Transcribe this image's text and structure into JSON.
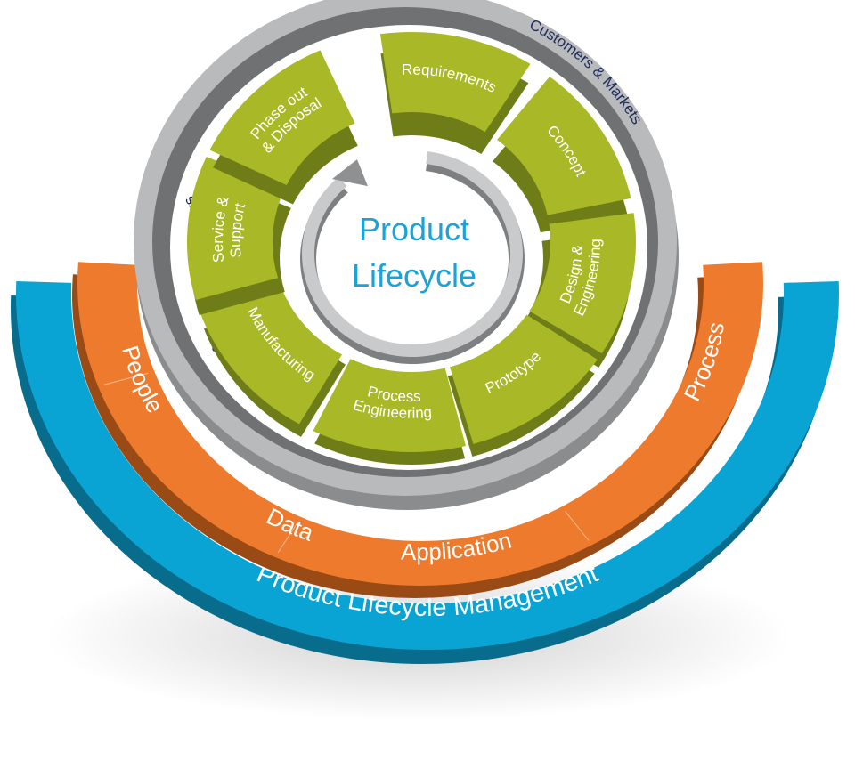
{
  "diagram": {
    "center_title": [
      "Product",
      "Lifecycle"
    ],
    "stages": [
      {
        "label": [
          "Requirements"
        ]
      },
      {
        "label": [
          "Concept"
        ]
      },
      {
        "label": [
          "Design &",
          "Engineering"
        ]
      },
      {
        "label": [
          "Prototype"
        ]
      },
      {
        "label": [
          "Process",
          "Engineering"
        ]
      },
      {
        "label": [
          "Manufacturing"
        ]
      },
      {
        "label": [
          "Service &",
          "Support"
        ]
      },
      {
        "label": [
          "Phase out",
          "& Disposal"
        ]
      }
    ],
    "outer_ring": {
      "top_label": "Customers & Markets",
      "bottom_label": "Supply Chain & Partners"
    },
    "orange_band": {
      "items": [
        "People",
        "Data",
        "Application",
        "Process"
      ]
    },
    "blue_band": {
      "label": "Product Lifecycle Management"
    },
    "colors": {
      "green": "#a9b826",
      "green_dark": "#6e7d17",
      "gray_ring": "#b9babc",
      "gray_ring_dark": "#6f7173",
      "orange": "#ee7b2d",
      "orange_dark": "#9a4a14",
      "blue": "#0aa4d4",
      "blue_dark": "#086c8c",
      "title_blue": "#1aa3d9",
      "ring_text": "#1b2a5a"
    }
  }
}
